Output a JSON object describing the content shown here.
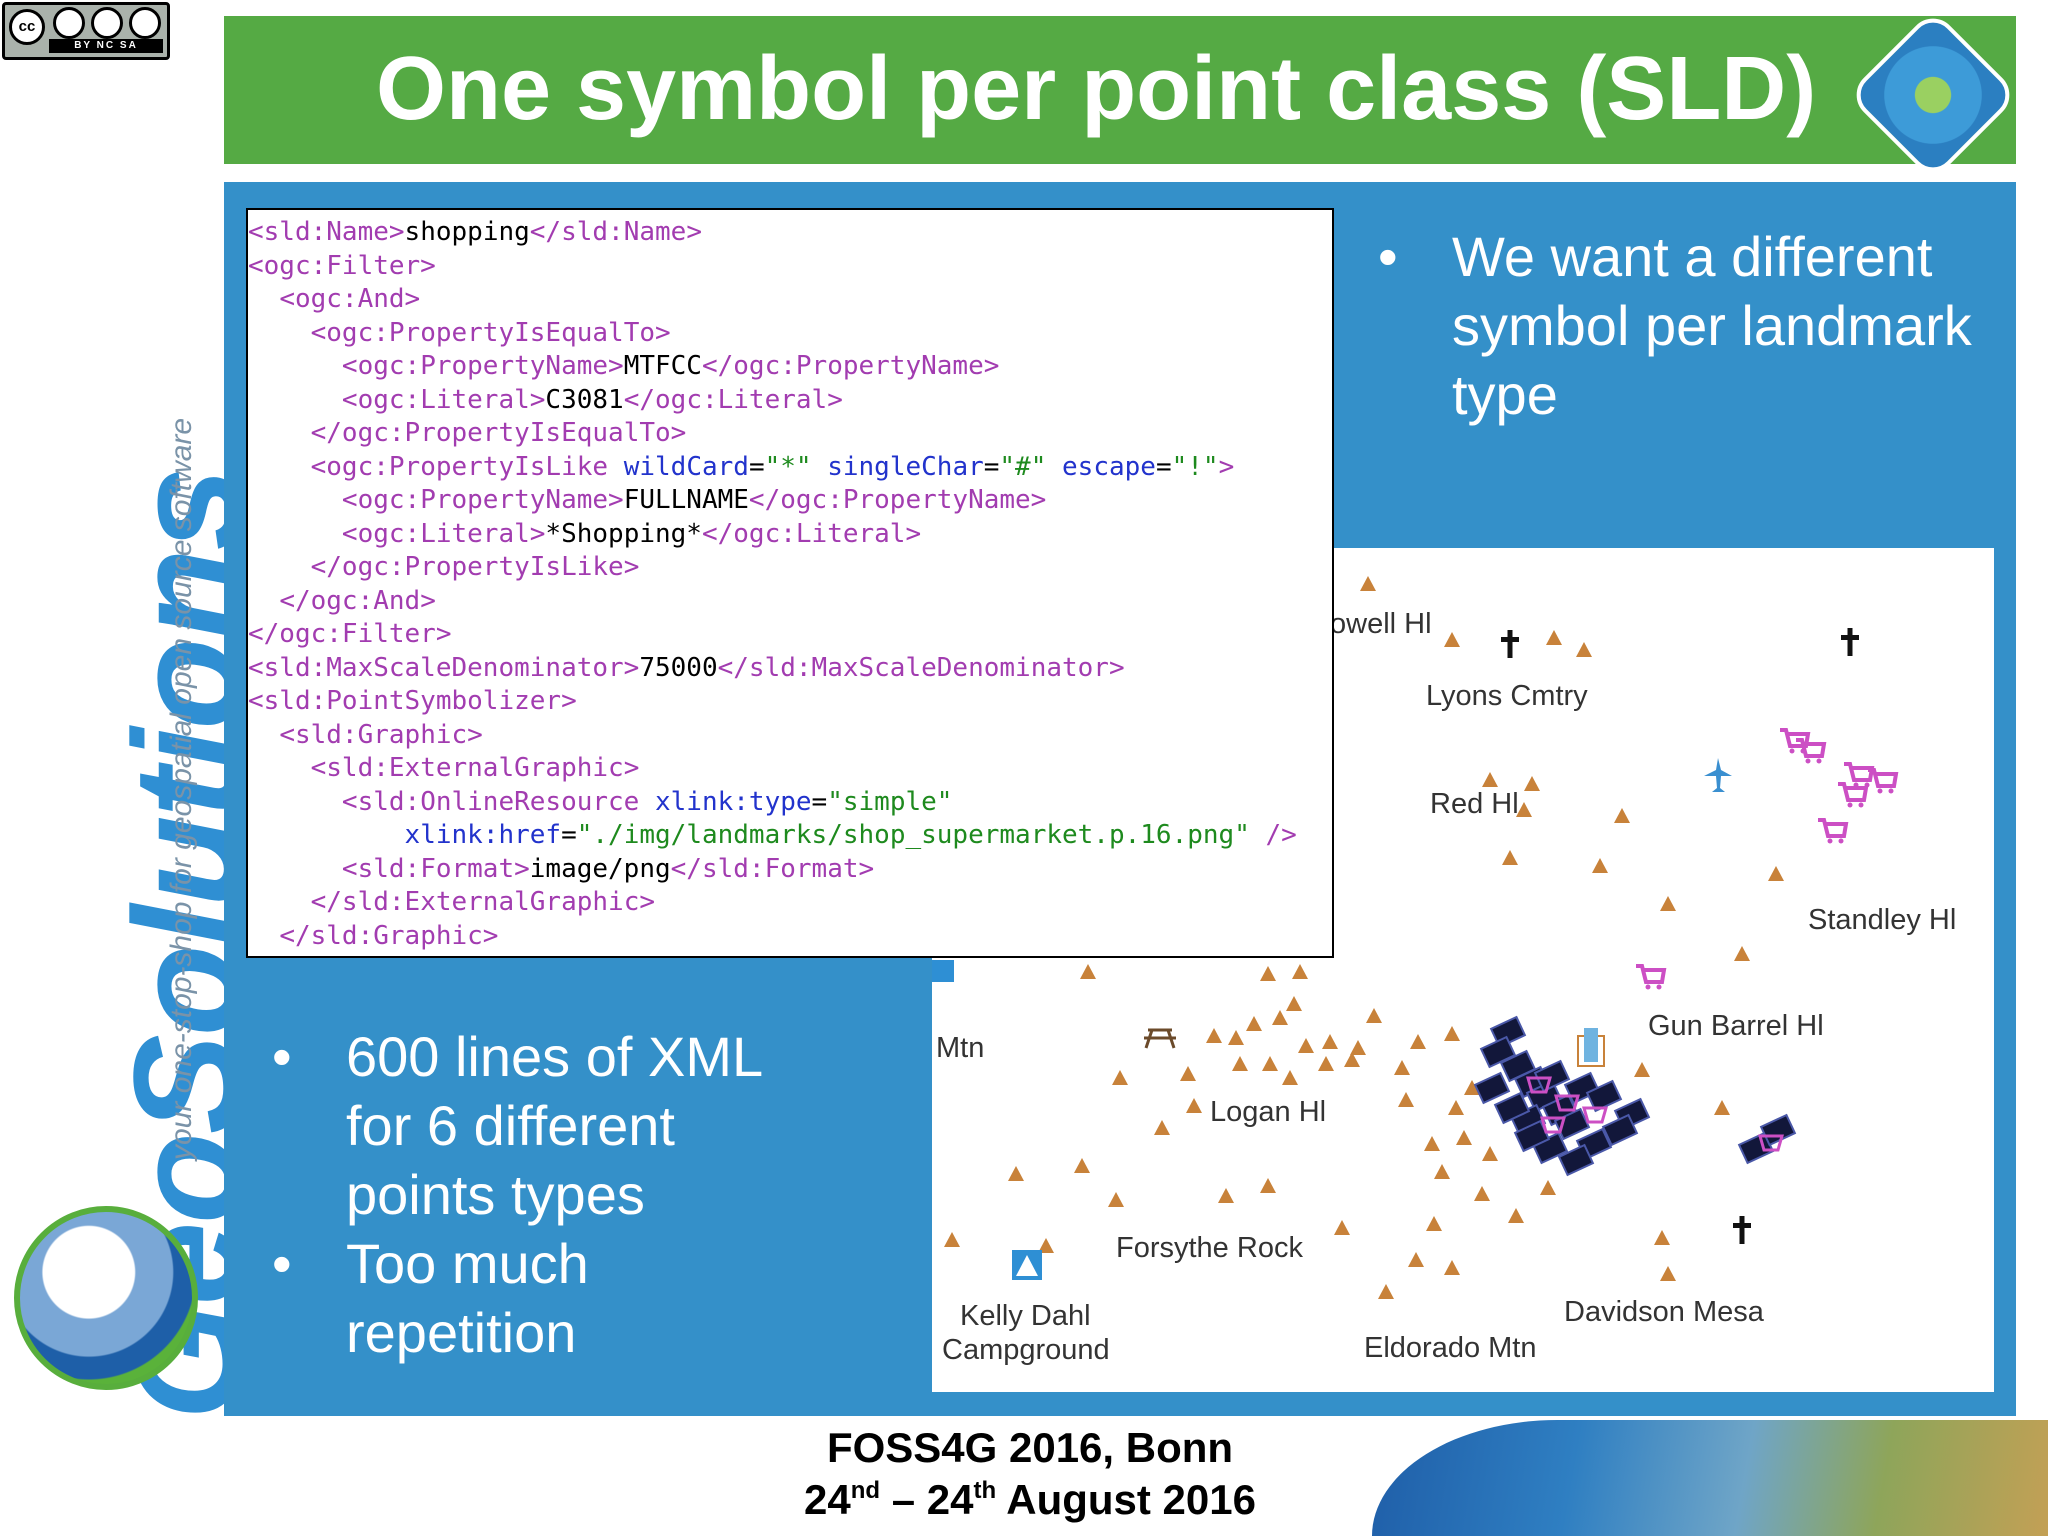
{
  "license": {
    "glyphs": [
      "cc",
      "BY",
      "NC",
      "SA"
    ],
    "strip_text": "BY  NC  SA"
  },
  "brand": {
    "name_geo": "Geo",
    "name_rest": "Solutions",
    "tagline": "your one-stop-shop for geospatial open source software"
  },
  "header": {
    "title": "One symbol per point class (SLD)",
    "bg_color": "#55aa44"
  },
  "code": {
    "lines": [
      [
        [
          "tag",
          "<sld:Name>"
        ],
        [
          "txt",
          "shopping"
        ],
        [
          "tag",
          "</sld:Name>"
        ]
      ],
      [
        [
          "tag",
          "<ogc:Filter>"
        ]
      ],
      [
        [
          "txt",
          "  "
        ],
        [
          "tag",
          "<ogc:And>"
        ]
      ],
      [
        [
          "txt",
          "    "
        ],
        [
          "tag",
          "<ogc:PropertyIsEqualTo>"
        ]
      ],
      [
        [
          "txt",
          "      "
        ],
        [
          "tag",
          "<ogc:PropertyName>"
        ],
        [
          "txt",
          "MTFCC"
        ],
        [
          "tag",
          "</ogc:PropertyName>"
        ]
      ],
      [
        [
          "txt",
          "      "
        ],
        [
          "tag",
          "<ogc:Literal>"
        ],
        [
          "txt",
          "C3081"
        ],
        [
          "tag",
          "</ogc:Literal>"
        ]
      ],
      [
        [
          "txt",
          "    "
        ],
        [
          "tag",
          "</ogc:PropertyIsEqualTo>"
        ]
      ],
      [
        [
          "txt",
          "    "
        ],
        [
          "tag",
          "<ogc:PropertyIsLike "
        ],
        [
          "attr",
          "wildCard"
        ],
        [
          "txt",
          "="
        ],
        [
          "val",
          "\"*\""
        ],
        [
          "attr",
          " singleChar"
        ],
        [
          "txt",
          "="
        ],
        [
          "val",
          "\"#\""
        ],
        [
          "attr",
          " escape"
        ],
        [
          "txt",
          "="
        ],
        [
          "val",
          "\"!\""
        ],
        [
          "tag",
          ">"
        ]
      ],
      [
        [
          "txt",
          "      "
        ],
        [
          "tag",
          "<ogc:PropertyName>"
        ],
        [
          "txt",
          "FULLNAME"
        ],
        [
          "tag",
          "</ogc:PropertyName>"
        ]
      ],
      [
        [
          "txt",
          "      "
        ],
        [
          "tag",
          "<ogc:Literal>"
        ],
        [
          "txt",
          "*Shopping*"
        ],
        [
          "tag",
          "</ogc:Literal>"
        ]
      ],
      [
        [
          "txt",
          "    "
        ],
        [
          "tag",
          "</ogc:PropertyIsLike>"
        ]
      ],
      [
        [
          "txt",
          "  "
        ],
        [
          "tag",
          "</ogc:And>"
        ]
      ],
      [
        [
          "tag",
          "</ogc:Filter>"
        ]
      ],
      [
        [
          "tag",
          "<sld:MaxScaleDenominator>"
        ],
        [
          "txt",
          "75000"
        ],
        [
          "tag",
          "</sld:MaxScaleDenominator>"
        ]
      ],
      [
        [
          "tag",
          "<sld:PointSymbolizer>"
        ]
      ],
      [
        [
          "txt",
          "  "
        ],
        [
          "tag",
          "<sld:Graphic>"
        ]
      ],
      [
        [
          "txt",
          "    "
        ],
        [
          "tag",
          "<sld:ExternalGraphic>"
        ]
      ],
      [
        [
          "txt",
          "      "
        ],
        [
          "tag",
          "<sld:OnlineResource "
        ],
        [
          "attr",
          "xlink:type"
        ],
        [
          "txt",
          "="
        ],
        [
          "val",
          "\"simple\""
        ]
      ],
      [
        [
          "txt",
          "          "
        ],
        [
          "attr",
          "xlink:href"
        ],
        [
          "txt",
          "="
        ],
        [
          "val",
          "\"./img/landmarks/shop_supermarket.p.16.png\""
        ],
        [
          "tag",
          " />"
        ]
      ],
      [
        [
          "txt",
          "      "
        ],
        [
          "tag",
          "<sld:Format>"
        ],
        [
          "txt",
          "image/png"
        ],
        [
          "tag",
          "</sld:Format>"
        ]
      ],
      [
        [
          "txt",
          "    "
        ],
        [
          "tag",
          "</sld:ExternalGraphic>"
        ]
      ],
      [
        [
          "txt",
          "  "
        ],
        [
          "tag",
          "</sld:Graphic>"
        ]
      ]
    ]
  },
  "bullets_right": [
    "We want a different symbol per landmark type"
  ],
  "bullets_left": [
    "600 lines of XML for 6 different points types",
    "Too much repetition"
  ],
  "map": {
    "labels": [
      "owell Hl",
      "Lyons Cmtry",
      "Red Hl",
      "Standley Hl",
      "Gun Barrel Hl",
      "Mtn",
      "Logan Hl",
      "Forsythe Rock",
      "Kelly Dahl",
      "Campground",
      "Davidson Mesa",
      "Eldorado Mtn"
    ],
    "colors": {
      "peak": "#c8823a",
      "shop": "#cc4fc4",
      "airport": "#3a8fd0",
      "cemetery": "#111111"
    },
    "icons": [
      "peak-triangle-icon",
      "cross-icon",
      "shopping-cart-icon",
      "airplane-icon",
      "campground-icon",
      "picnic-table-icon"
    ]
  },
  "footer": {
    "line1": "FOSS4G 2016, Bonn",
    "d1": "24",
    "s1": "nd",
    "dash": " – ",
    "d2": "24",
    "s2": "th",
    "rest": "  August 2016"
  }
}
